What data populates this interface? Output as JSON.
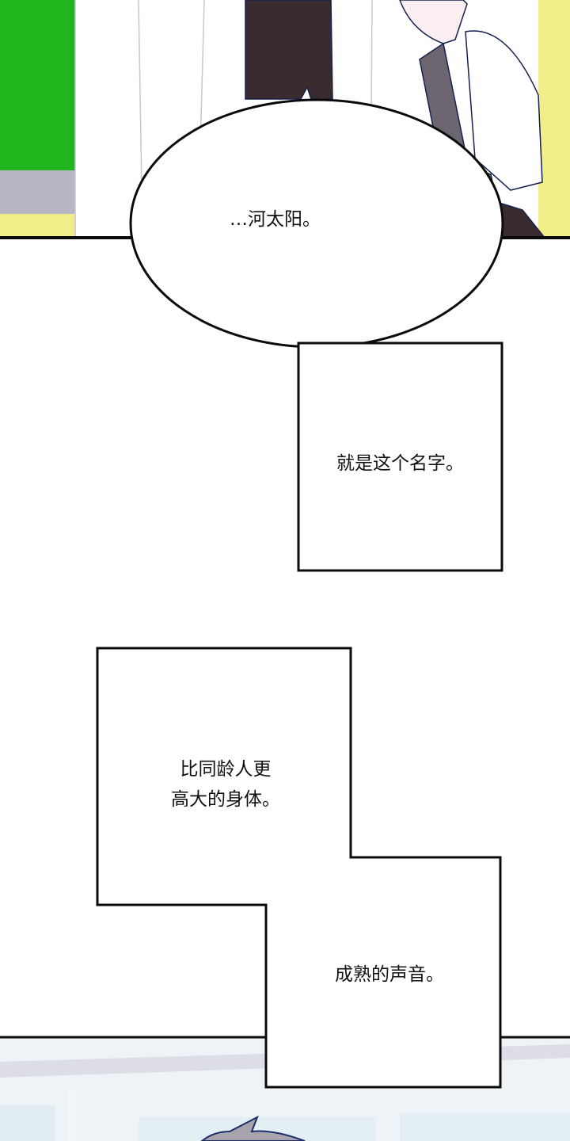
{
  "colors": {
    "green": "#22b61e",
    "yellow": "#f1ee8a",
    "tie": "#3a2b2e",
    "strap": "#6d6670",
    "sky": "#e8f1f6",
    "line": "#0b0b0b"
  },
  "bubbles": {
    "speech": "…河太阳。",
    "box1": "就是这个名字。",
    "box2_line1": "比同龄人更",
    "box2_line2": "高大的身体。",
    "box3": "成熟的声音。"
  }
}
